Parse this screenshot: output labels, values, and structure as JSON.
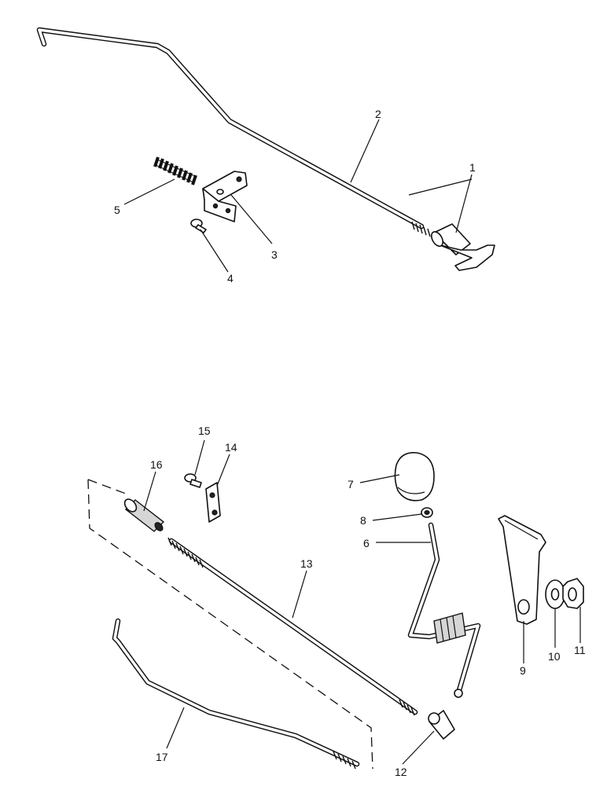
{
  "callouts": [
    {
      "id": "1",
      "text": "1"
    },
    {
      "id": "2",
      "text": "2"
    },
    {
      "id": "3",
      "text": "3"
    },
    {
      "id": "4",
      "text": "4"
    },
    {
      "id": "5",
      "text": "5"
    },
    {
      "id": "6",
      "text": "6"
    },
    {
      "id": "7",
      "text": "7"
    },
    {
      "id": "8",
      "text": "8"
    },
    {
      "id": "9",
      "text": "9"
    },
    {
      "id": "10",
      "text": "10"
    },
    {
      "id": "11",
      "text": "11"
    },
    {
      "id": "12",
      "text": "12"
    },
    {
      "id": "13",
      "text": "13"
    },
    {
      "id": "14",
      "text": "14"
    },
    {
      "id": "15",
      "text": "15"
    },
    {
      "id": "16",
      "text": "16"
    },
    {
      "id": "17",
      "text": "17"
    }
  ]
}
